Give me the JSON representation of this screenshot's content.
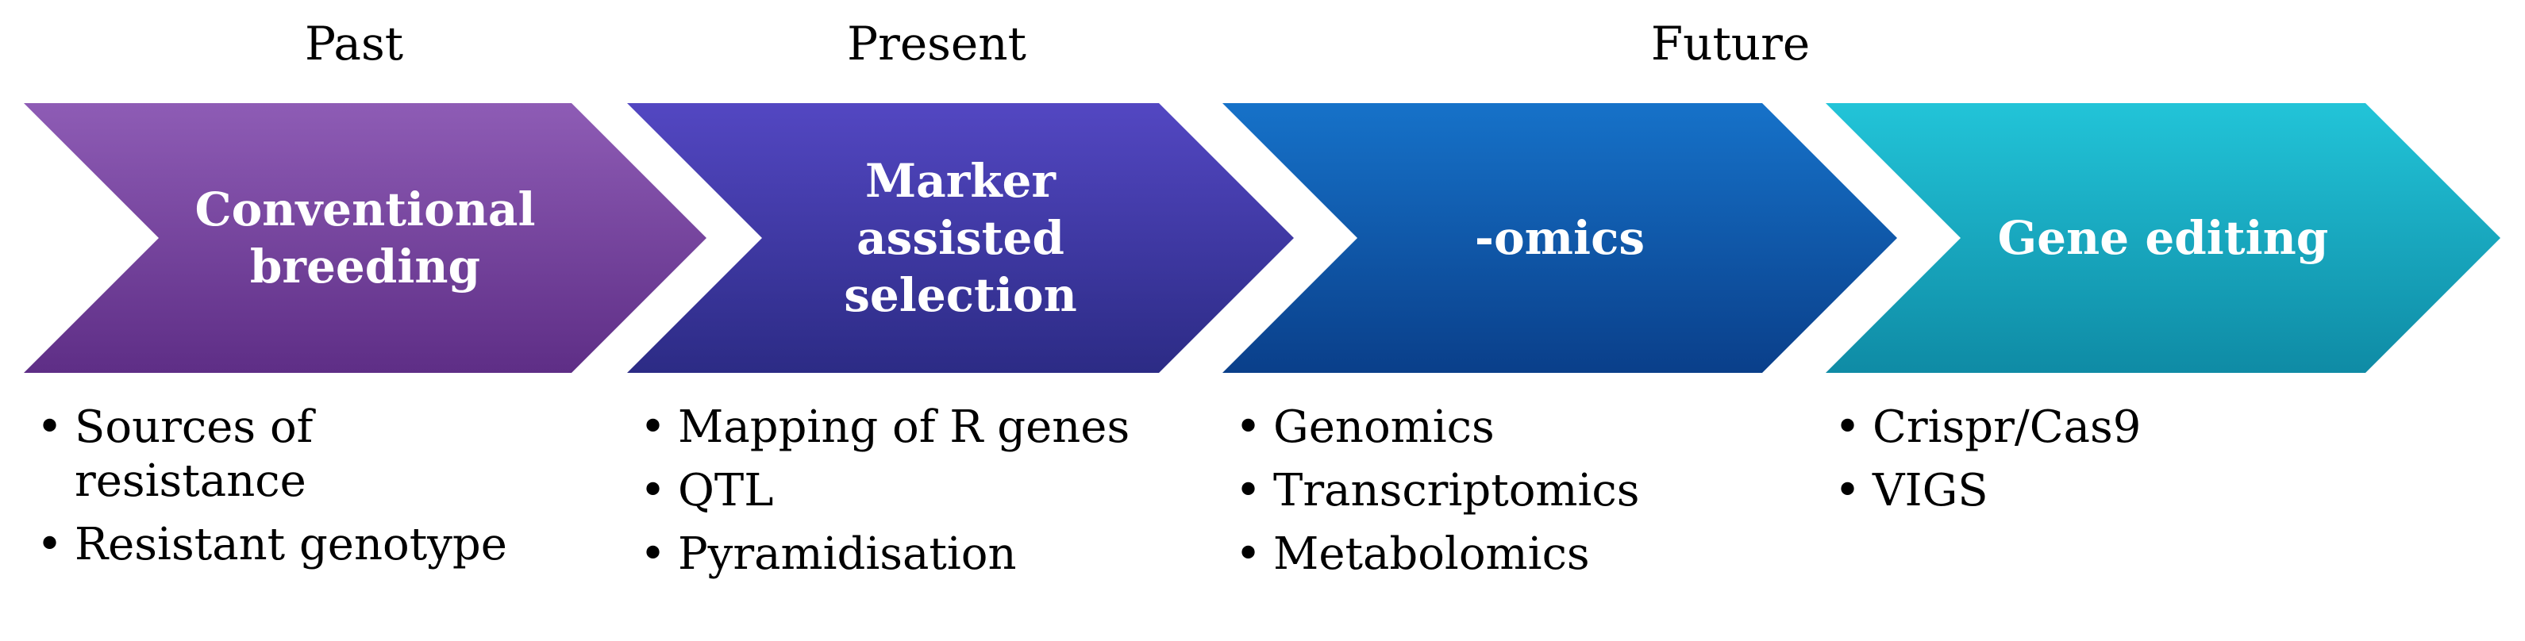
{
  "eras": {
    "past": "Past",
    "present": "Present",
    "future": "Future"
  },
  "colors": {
    "stage1": [
      "#8e5cb5",
      "#5e2e86"
    ],
    "stage2": [
      "#5347c2",
      "#2c2b85"
    ],
    "stage3": [
      "#1672c9",
      "#0a3f8a"
    ],
    "stage4": [
      "#22c4d8",
      "#0f8ba5"
    ]
  },
  "stages": [
    {
      "label": [
        "Conventional",
        "breeding"
      ],
      "bullets": [
        "Sources of resistance",
        "Resistant genotype"
      ]
    },
    {
      "label": [
        "Marker",
        "assisted",
        "selection"
      ],
      "bullets": [
        "Mapping of R genes",
        "QTL",
        "Pyramidisation"
      ]
    },
    {
      "label": [
        "-omics"
      ],
      "bullets": [
        "Genomics",
        "Transcriptomics",
        "Metabolomics"
      ]
    },
    {
      "label": [
        "Gene editing"
      ],
      "bullets": [
        "Crispr/Cas9",
        "VIGS"
      ]
    }
  ]
}
